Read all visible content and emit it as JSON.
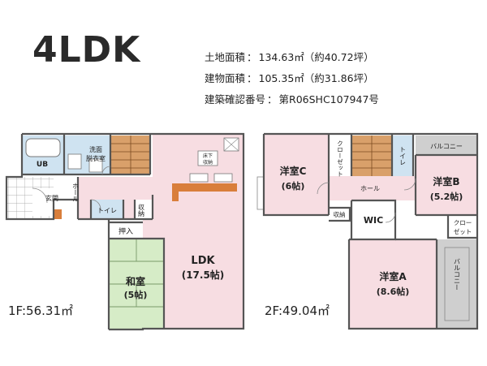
{
  "title": "4LDK",
  "info": {
    "land": {
      "label": "土地面積",
      "value": "134.63㎡",
      "note": "（約40.72坪）"
    },
    "building": {
      "label": "建物面積",
      "value": "105.35㎡",
      "note": "（約31.86坪）"
    },
    "permit": {
      "label": "建築確認番号",
      "value": "第R06SHC107947号"
    }
  },
  "floor1": {
    "area_label": "1F:56.31㎡",
    "rooms": {
      "ub": "UB",
      "senmen1": "洗面",
      "senmen2": "脱衣室",
      "genkan": "玄関",
      "hall": "ホール",
      "toilet": "トイレ",
      "storage": "収納",
      "oshiire": "押入",
      "washitsu": "和室",
      "washitsu_size": "(5帖)",
      "ldk": "LDK",
      "ldk_size": "(17.5帖)",
      "underfloor1": "床下",
      "underfloor2": "収納"
    }
  },
  "floor2": {
    "area_label": "2F:49.04㎡",
    "rooms": {
      "balcony_top": "バルコニー",
      "closet_v": "クローゼット",
      "toilet": "トイレ",
      "room_c": "洋室C",
      "room_c_size": "(6帖)",
      "room_b": "洋室B",
      "room_b_size": "(5.2帖)",
      "hall": "ホール",
      "storage": "収納",
      "wic": "WIC",
      "closet_b1": "クロー",
      "closet_b2": "ゼット",
      "room_a": "洋室A",
      "room_a_size": "(8.6帖)",
      "balcony_side": "バルコニー"
    }
  },
  "colors": {
    "wet": "#cfe3f1",
    "pink": "#f7dde2",
    "tatami": "#d6ecc7",
    "stairs": "#d9a06a",
    "counter": "#d97e3b",
    "balcony": "#cfcfcf",
    "wall": "#555555"
  }
}
